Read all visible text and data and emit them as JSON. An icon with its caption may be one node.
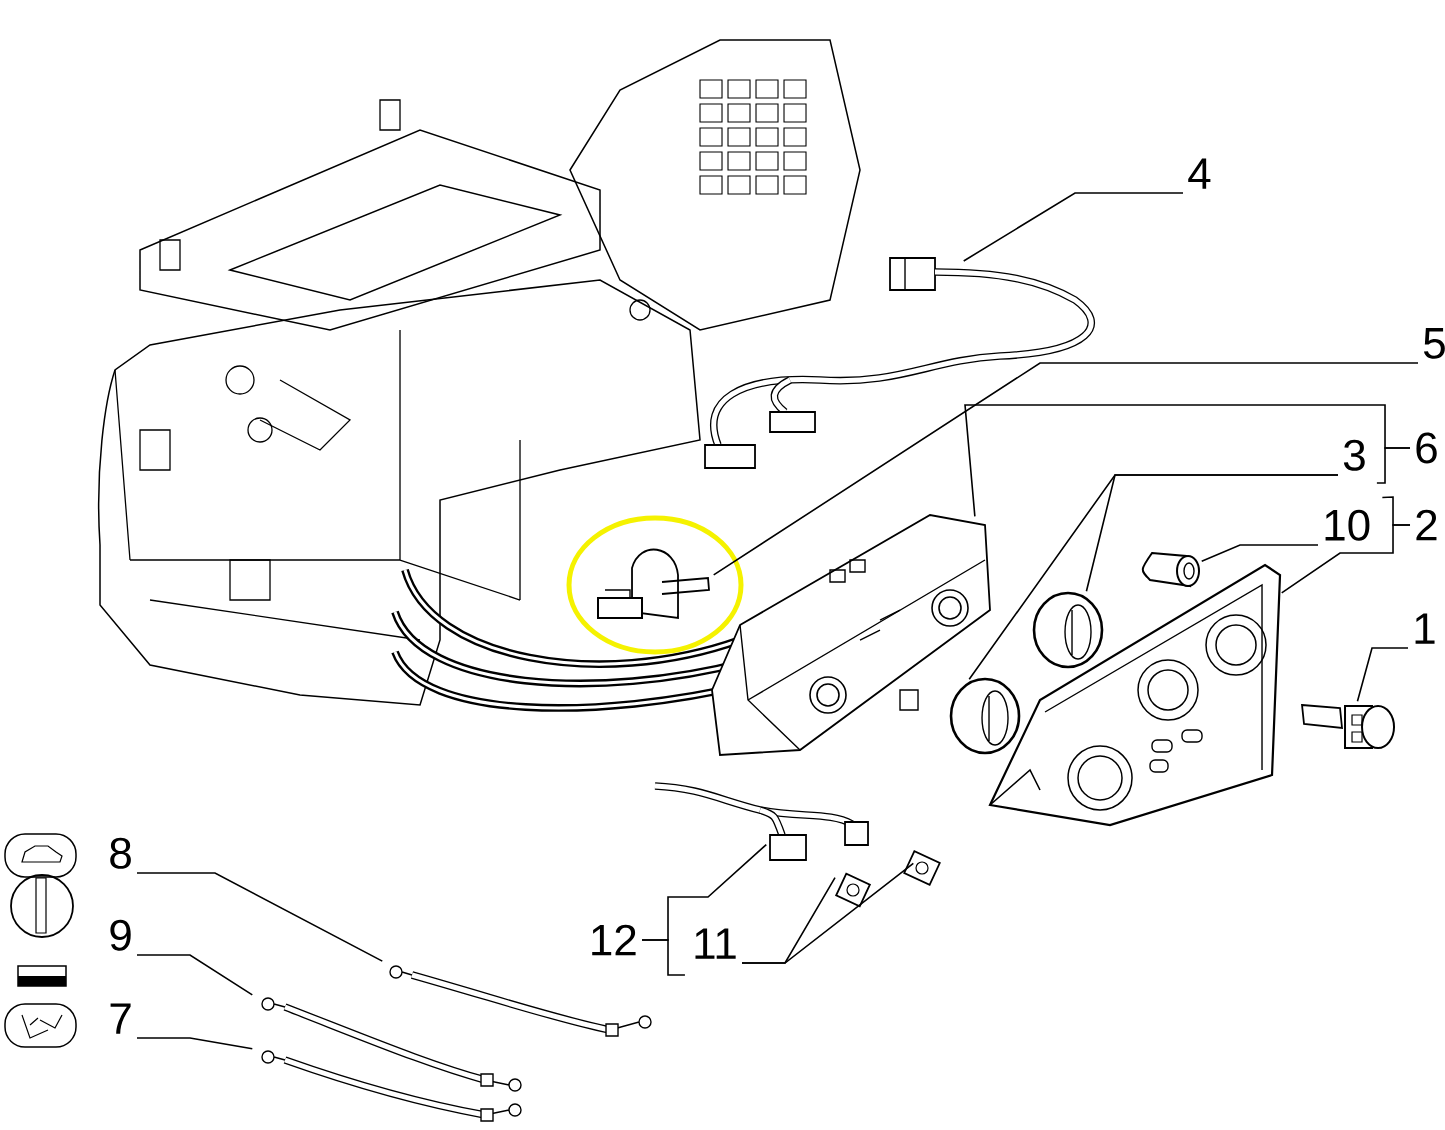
{
  "diagram": {
    "nodes": [
      {
        "text": [
          "4"
        ]
      },
      {
        "text": [],
        "shape": "picture"
      },
      {
        "text": [
          "5"
        ]
      },
      {
        "text": [],
        "shape": "picture"
      },
      {
        "text": [
          "3"
        ]
      },
      {
        "text": [
          "6"
        ]
      },
      {
        "text": [],
        "shape": "picture"
      },
      {
        "text": [],
        "shape": "picture"
      },
      {
        "text": [],
        "shape": "picture"
      },
      {
        "text": [
          "10"
        ]
      },
      {
        "text": [
          "2"
        ]
      },
      {
        "text": [],
        "shape": "picture"
      },
      {
        "text": [],
        "shape": "picture"
      },
      {
        "text": [
          "1"
        ]
      },
      {
        "text": [],
        "shape": "picture"
      },
      {
        "text": [
          "8"
        ]
      },
      {
        "text": [
          "9"
        ]
      },
      {
        "text": [
          "7"
        ]
      },
      {
        "text": [],
        "shape": "picture"
      },
      {
        "text": [],
        "shape": "picture"
      },
      {
        "text": [],
        "shape": "picture"
      },
      {
        "text": [
          "12"
        ]
      },
      {
        "text": [
          "11"
        ]
      },
      {
        "text": [],
        "shape": "picture"
      },
      {
        "text": [],
        "shape": "picture"
      },
      {
        "text": [],
        "shape": "picture"
      }
    ],
    "edges": [
      {
        "from": 0,
        "to": 1,
        "arrow": "none"
      },
      {
        "from": 2,
        "to": 3,
        "arrow": "none"
      },
      {
        "from": 4,
        "to": 7,
        "arrow": "none"
      },
      {
        "from": 4,
        "to": 8,
        "arrow": "none"
      },
      {
        "from": 5,
        "to": 6,
        "arrow": "none"
      },
      {
        "from": 9,
        "to": 11,
        "arrow": "none"
      },
      {
        "from": 10,
        "to": 12,
        "arrow": "none"
      },
      {
        "from": 13,
        "to": 14,
        "arrow": "none"
      },
      {
        "from": 15,
        "to": 18,
        "arrow": "none"
      },
      {
        "from": 16,
        "to": 19,
        "arrow": "none"
      },
      {
        "from": 17,
        "to": 20,
        "arrow": "none"
      },
      {
        "from": 21,
        "to": 23,
        "arrow": "none"
      },
      {
        "from": 22,
        "to": 24,
        "arrow": "none"
      },
      {
        "from": 22,
        "to": 25,
        "arrow": "none"
      },
      {
        "from": 5,
        "to": 4,
        "arrow": "none"
      },
      {
        "from": 10,
        "to": 9,
        "arrow": "none"
      },
      {
        "from": 21,
        "to": 22,
        "arrow": "none"
      }
    ]
  }
}
